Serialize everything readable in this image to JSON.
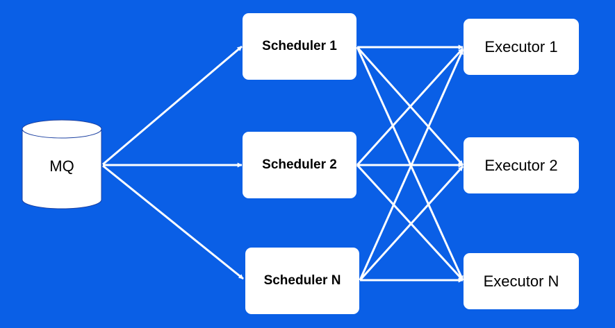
{
  "diagram": {
    "source": {
      "label": "MQ"
    },
    "schedulers": [
      {
        "label": "Scheduler 1"
      },
      {
        "label": "Scheduler 2"
      },
      {
        "label": "Scheduler N"
      }
    ],
    "executors": [
      {
        "label": "Executor 1"
      },
      {
        "label": "Executor 2"
      },
      {
        "label": "Executor N"
      }
    ]
  },
  "colors": {
    "background": "#0A5FE6",
    "box_fill": "#FFFFFF",
    "arrow": "#FFFFFF",
    "text": "#000000"
  }
}
